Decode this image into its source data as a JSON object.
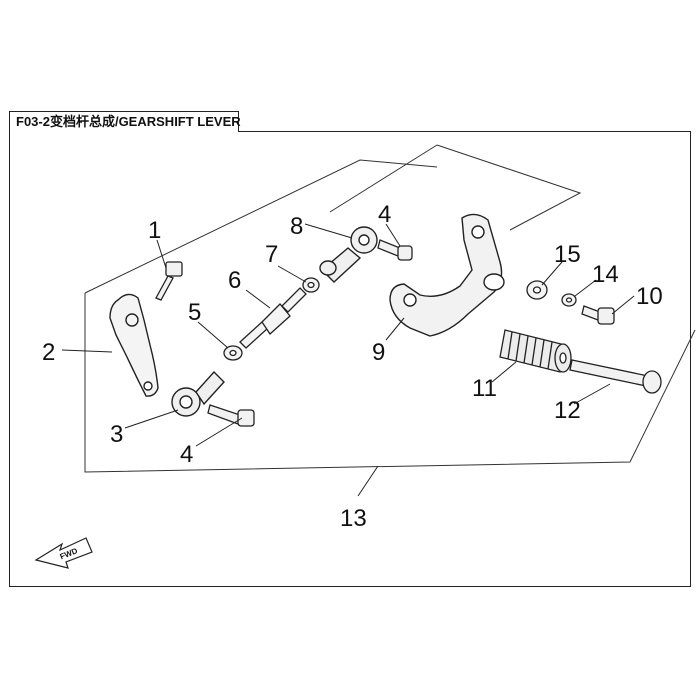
{
  "title": "F03-2变档杆总成/GEARSHIFT LEVER",
  "direction_badge": "FWD",
  "callouts": [
    {
      "id": "c1",
      "label": "1"
    },
    {
      "id": "c2",
      "label": "2"
    },
    {
      "id": "c3",
      "label": "3"
    },
    {
      "id": "c4a",
      "label": "4"
    },
    {
      "id": "c4b",
      "label": "4"
    },
    {
      "id": "c5",
      "label": "5"
    },
    {
      "id": "c6",
      "label": "6"
    },
    {
      "id": "c7",
      "label": "7"
    },
    {
      "id": "c8",
      "label": "8"
    },
    {
      "id": "c9",
      "label": "9"
    },
    {
      "id": "c10",
      "label": "10"
    },
    {
      "id": "c11",
      "label": "11"
    },
    {
      "id": "c12",
      "label": "12"
    },
    {
      "id": "c13",
      "label": "13"
    },
    {
      "id": "c14",
      "label": "14"
    },
    {
      "id": "c15",
      "label": "15"
    }
  ]
}
